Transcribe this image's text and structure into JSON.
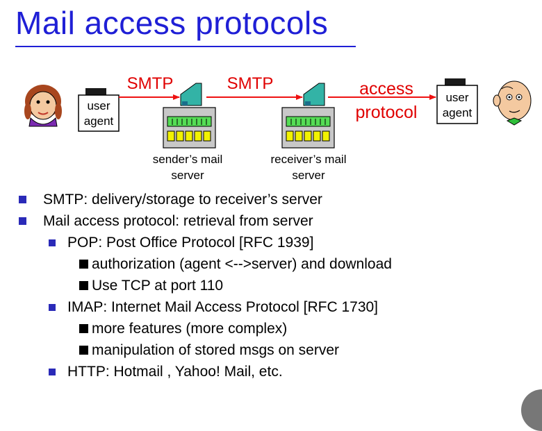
{
  "title": "Mail access protocols",
  "diagram": {
    "user_agent_left": [
      "user",
      "agent"
    ],
    "user_agent_right": [
      "user",
      "agent"
    ],
    "smtp_label_1": "SMTP",
    "smtp_label_2": "SMTP",
    "access_label": [
      "access",
      "protocol"
    ],
    "sender_server_label": [
      "sender’s mail",
      "server"
    ],
    "receiver_server_label": [
      "receiver’s mail",
      "server"
    ],
    "arrow_color": "#ee1111",
    "label_color": "#e00000"
  },
  "bullets": [
    {
      "level": 1,
      "text": "SMTP: delivery/storage to receiver’s server"
    },
    {
      "level": 1,
      "text": "Mail access protocol: retrieval from server"
    },
    {
      "level": 2,
      "text": "POP: Post Office Protocol [RFC 1939]"
    },
    {
      "level": 3,
      "text": "authorization (agent <-->server) and download"
    },
    {
      "level": 3,
      "text": "Use TCP at port 110"
    },
    {
      "level": 2,
      "text": "IMAP: Internet Mail Access Protocol [RFC 1730]"
    },
    {
      "level": 3,
      "text": "more features (more complex)"
    },
    {
      "level": 3,
      "text": "manipulation of stored msgs on server"
    },
    {
      "level": 2,
      "text": "HTTP: Hotmail , Yahoo! Mail, etc."
    }
  ]
}
